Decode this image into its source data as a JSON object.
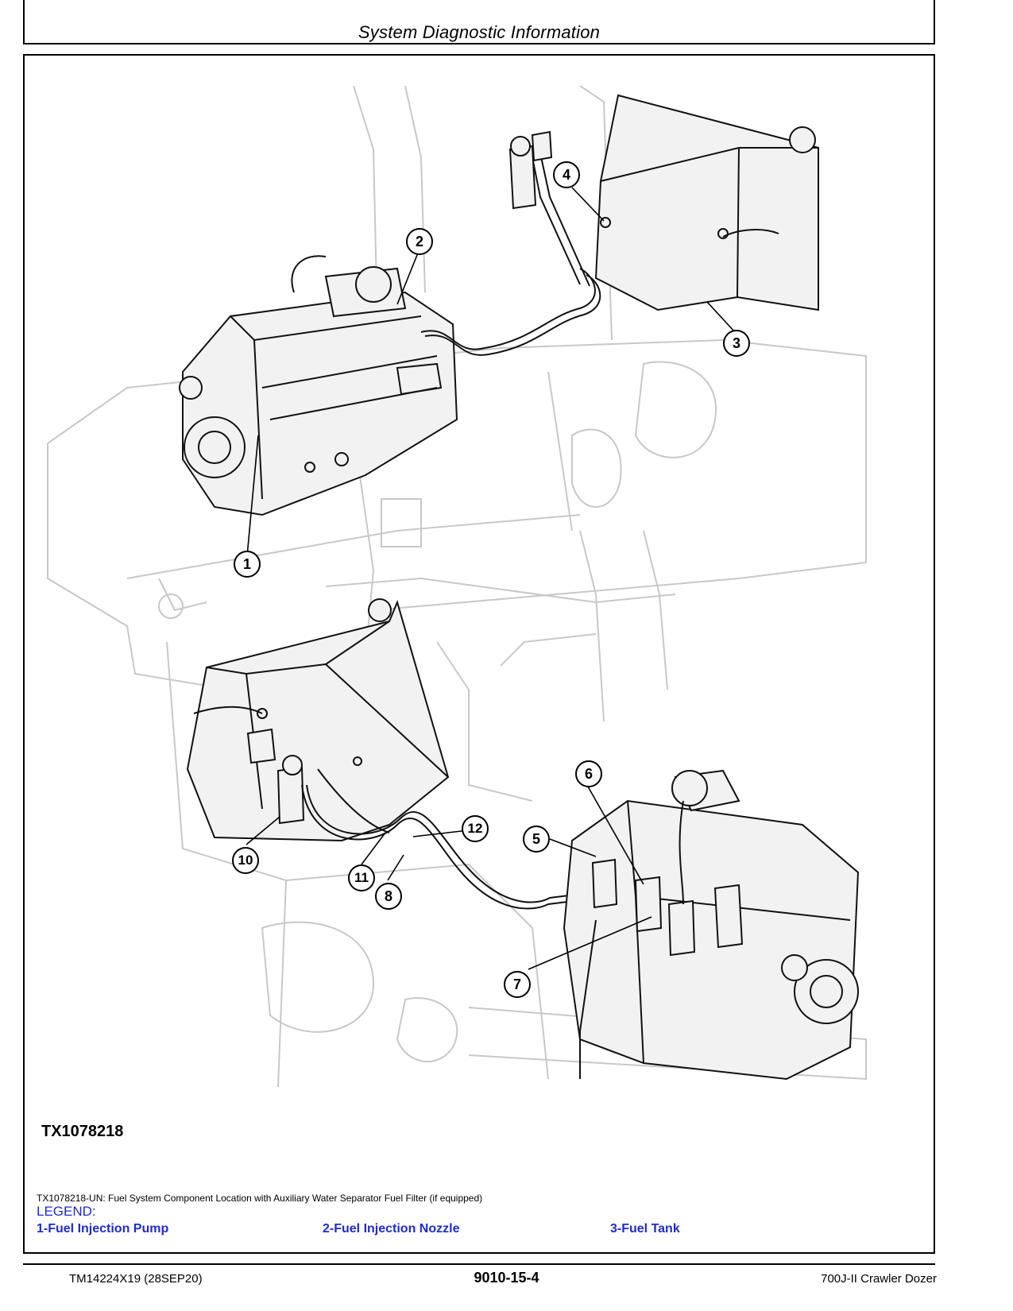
{
  "header": {
    "title": "System Diagnostic Information"
  },
  "figure": {
    "id_label": "TX1078218",
    "callouts": [
      "1",
      "2",
      "3",
      "4",
      "5",
      "6",
      "7",
      "8",
      "10",
      "11",
      "12"
    ],
    "caption": "TX1078218-UN: Fuel System Component Location with Auxiliary Water Separator Fuel Filter (if equipped)"
  },
  "legend": {
    "title": "LEGEND:",
    "items": [
      {
        "label": "1-Fuel Injection Pump"
      },
      {
        "label": "2-Fuel Injection Nozzle"
      },
      {
        "label": "3-Fuel Tank"
      }
    ]
  },
  "footer": {
    "doc_id": "TM14224X19 (28SEP20)",
    "page_number": "9010-15-4",
    "model": "700J-II Crawler Dozer"
  },
  "colors": {
    "legend_blue": "#1f2bd6",
    "ghost_gray": "#c8c8c8"
  }
}
